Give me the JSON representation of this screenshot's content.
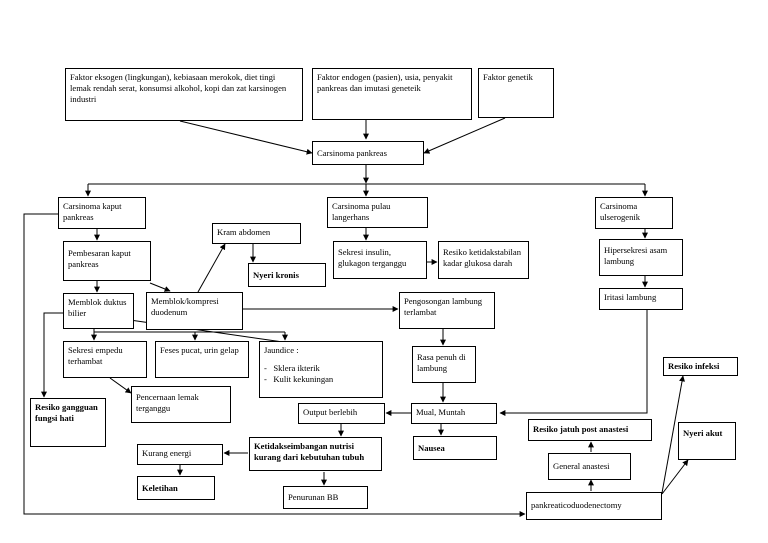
{
  "nodes": {
    "faktor_eksogen": "Faktor eksogen (lingkungan), kebiasaan merokok, diet tingi lemak rendah serat, konsumsi alkohol, kopi dan zat karsinogen industri",
    "faktor_endogen": "Faktor endogen (pasien), usia, penyakit pankreas dan imutasi geneteik",
    "faktor_genetik": "Faktor genetik",
    "carsinoma_pankreas": "Carsinoma pankreas",
    "carsinoma_kaput": "Carsinoma kaput pankreas",
    "carsinoma_pulau": "Carsinoma pulau langerhans",
    "carsinoma_ulser": "Carsinoma ulserogenik",
    "pembesaran_kaput": "Pembesaran kaput pankreas",
    "kram_abdomen": "Kram abdomen",
    "nyeri_kronis": "Nyeri kronis",
    "sekresi_insulin": "Sekresi insulin, glukagon terganggu",
    "resiko_glukosa": "Resiko ketidakstabilan kadar glukosa darah",
    "hipersekresi": "Hipersekresi asam lambung",
    "iritasi_lambung": "Iritasi lambung",
    "memblok_bilier": "Memblok duktus bilier",
    "memblok_duodenum": "Memblok/kompresi duodenum",
    "pengosongan": "Pengosongan lambung terlambat",
    "sekresi_empedu": "Sekresi empedu terhambat",
    "feses_pucat": "Feses pucat, urin gelap",
    "jaundice_title": "Jaundice :",
    "jaundice_items": [
      "Sklera ikterik",
      "Kulit kekuningan"
    ],
    "rasa_penuh": "Rasa penuh di lambung",
    "resiko_infeksi": "Resiko infeksi",
    "pencernaan_lemak": "Pencernaan lemak terganggu",
    "resiko_hati": "Resiko gangguan fungsi hati",
    "output_berlebih": "Output berlebih",
    "mual_muntah": "Mual, Muntah",
    "resiko_jatuh": "Resiko jatuh post anastesi",
    "nyeri_akut": "Nyeri akut",
    "kurang_energi": "Kurang energi",
    "ketidakseimbangan": "Ketidakseimbangan nutrisi kurang dari kebutuhan tubuh",
    "nausea": "Nausea",
    "general_anastesi": "General anastesi",
    "keletihan": "Keletihan",
    "penurunan_bb": "Penurunan BB",
    "pankreaticoduodenectomy": "pankreaticoduodenectomy"
  },
  "colors": {
    "line": "#000000",
    "background": "#ffffff"
  }
}
